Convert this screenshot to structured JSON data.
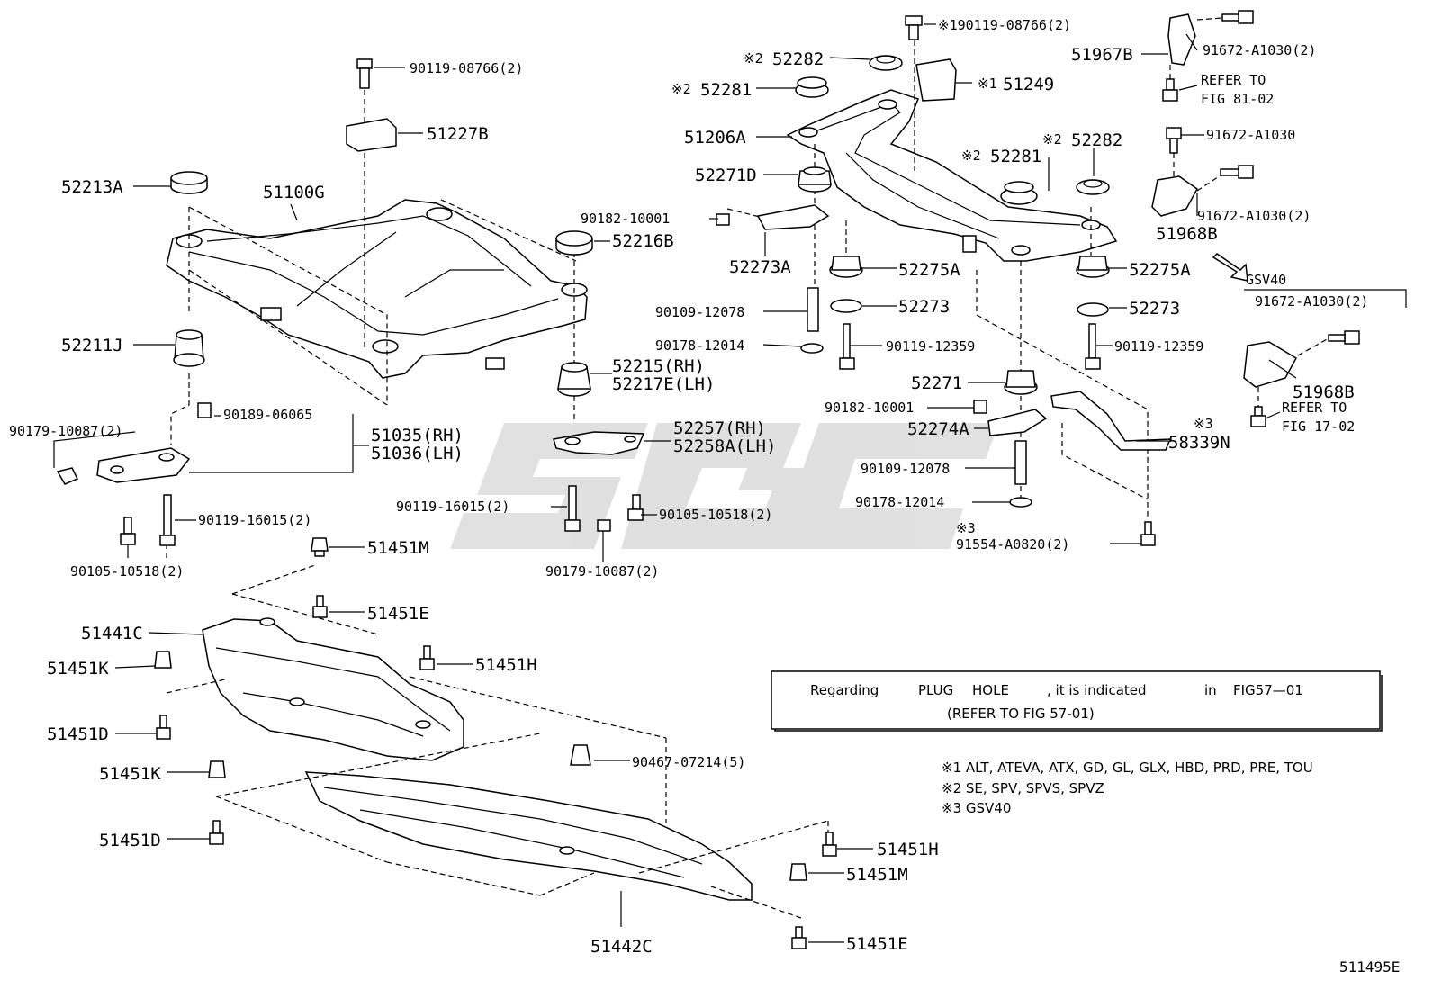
{
  "diagram_id": "511495E",
  "watermark": "SGC",
  "labels": {
    "l01": "90119-08766(2)",
    "l02": "51227B",
    "l03": "52213A",
    "l04": "51100G",
    "l05": "90182-10001",
    "l06": "52216B",
    "l07": "52211J",
    "l08": "52215(RH)",
    "l09": "52217E(LH)",
    "l10": "90179-10087(2)",
    "l11": "90189-06065",
    "l12": "51035(RH)",
    "l13": "51036(LH)",
    "l14": "52257(RH)",
    "l15": "52258A(LH)",
    "l16": "90119-16015(2)",
    "l17": "90105-10518(2)",
    "l18": "90119-16015(2)",
    "l19": "90105-10518(2)",
    "l20": "90179-10087(2)",
    "l21": "※190119-08766(2)",
    "l22": "※2",
    "l23": "52282",
    "l24": "※2",
    "l25": "52281",
    "l26": "※1",
    "l27": "51249",
    "l28": "51206A",
    "l29": "52271D",
    "l30": "※2",
    "l31": "52282",
    "l32": "※2",
    "l33": "52281",
    "l34": "52273A",
    "l35": "52275A",
    "l36": "52275A",
    "l37": "90109-12078",
    "l38": "52273",
    "l39": "52273",
    "l40": "90178-12014",
    "l41": "90119-12359",
    "l42": "90119-12359",
    "l43": "52271",
    "l44": "90182-10001",
    "l45": "52274A",
    "l46": "※3",
    "l47": "58339N",
    "l48": "90109-12078",
    "l49": "90178-12014",
    "l50": "※3",
    "l51": "91554-A0820(2)",
    "l52": "51967B",
    "l53": "91672-A1030(2)",
    "l54": "REFER TO",
    "l55": "FIG 81-02",
    "l56": "91672-A1030",
    "l57": "91672-A1030(2)",
    "l58": "51968B",
    "l59": "GSV40",
    "l60": "91672-A1030(2)",
    "l61": "51968B",
    "l62": "REFER TO",
    "l63": "FIG 17-02",
    "l64": "51451M",
    "l65": "51451E",
    "l66": "51441C",
    "l67": "51451H",
    "l68": "51451K",
    "l69": "51451D",
    "l70": "90467-07214(5)",
    "l71": "51451K",
    "l72": "51451D",
    "l73": "51451H",
    "l74": "51451M",
    "l75": "51451E",
    "l76": "51442C"
  },
  "notice": {
    "line1_words": [
      "Regarding",
      "PLUG",
      "HOLE",
      ", it is indicated",
      "in",
      "FIG57—01"
    ],
    "line2": "(REFER TO FIG 57-01)"
  },
  "footnotes": [
    "※1 ALT, ATEVA, ATX, GD, GL, GLX, HBD, PRD, PRE, TOU",
    "※2 SE, SPV, SPVS, SPVZ",
    "※3 GSV40"
  ]
}
